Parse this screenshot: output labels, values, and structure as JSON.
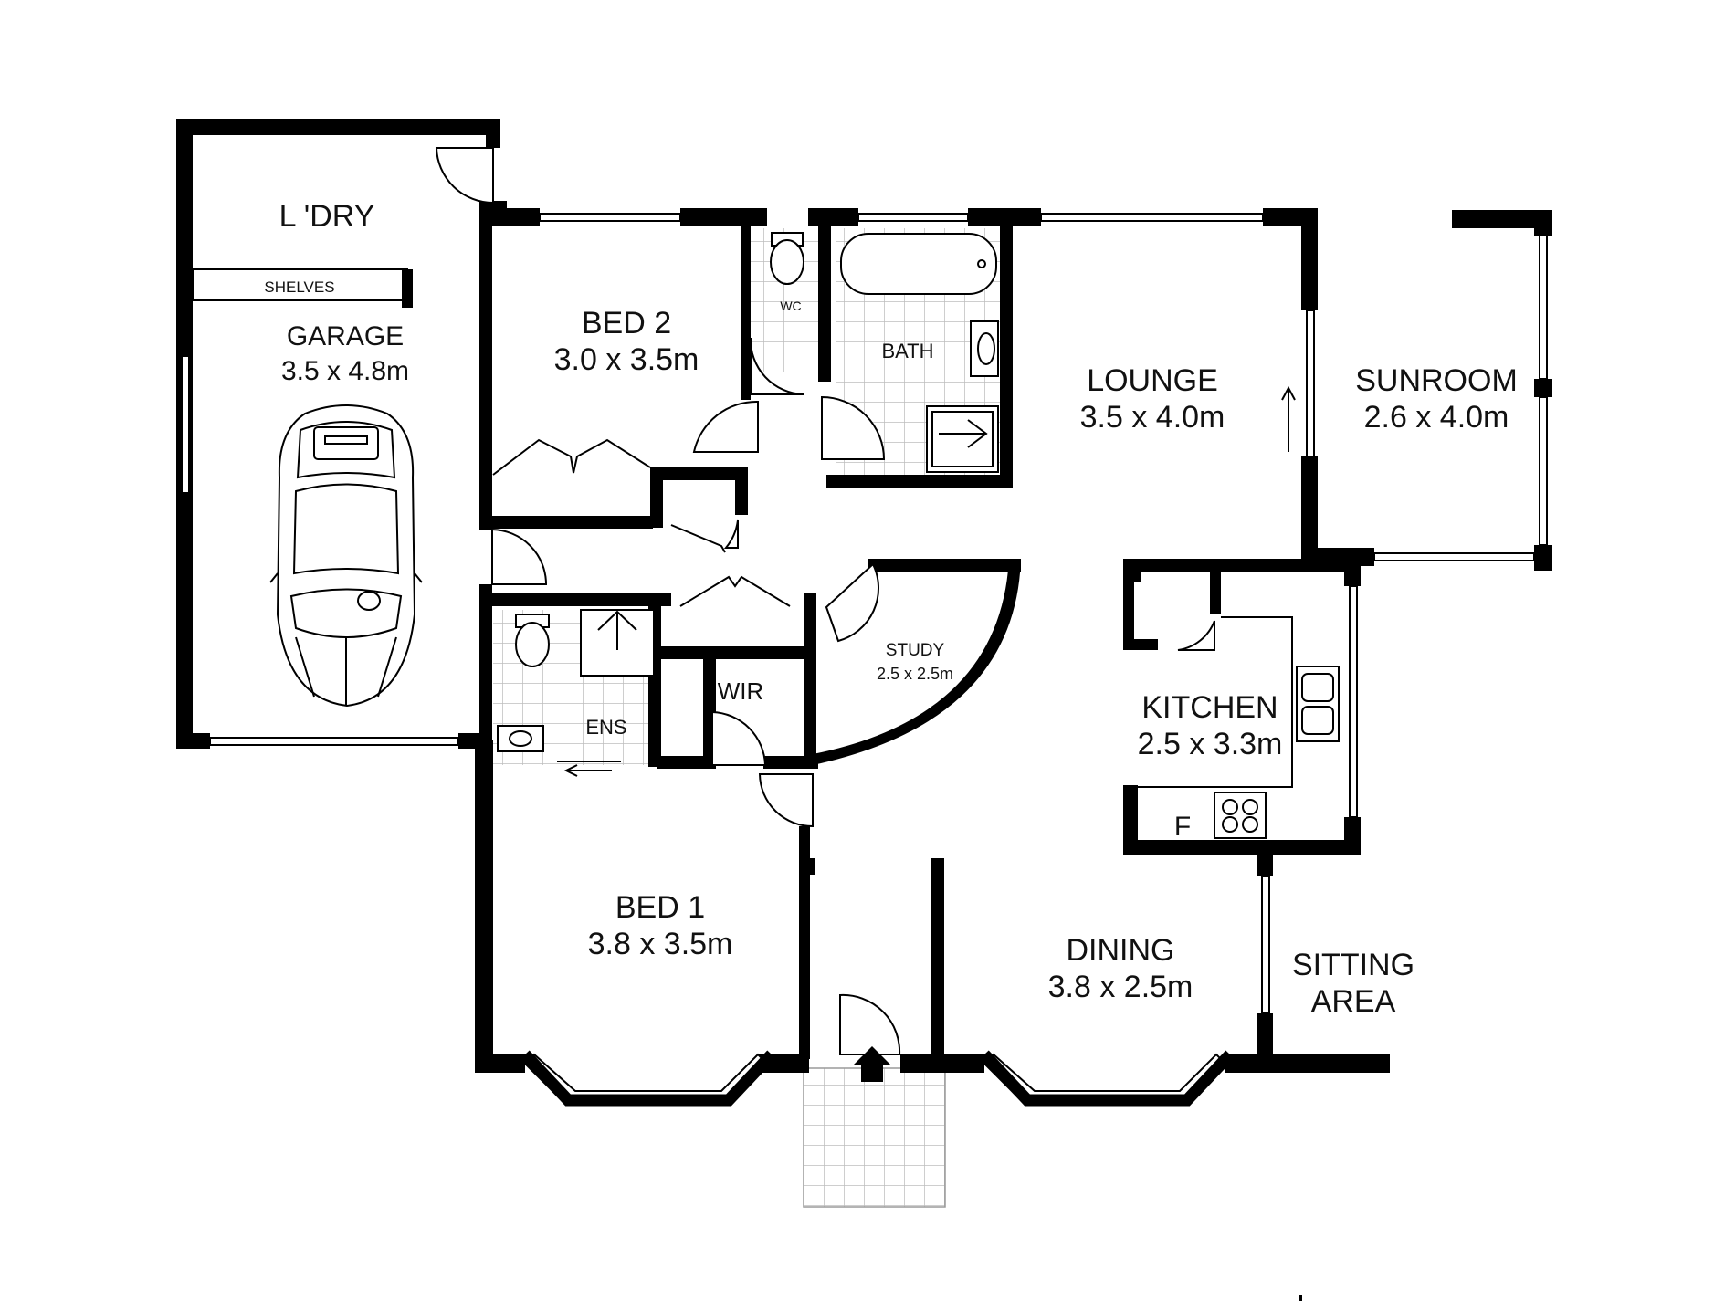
{
  "rooms": {
    "laundry": {
      "name": "L 'DRY"
    },
    "shelves": {
      "name": "SHELVES"
    },
    "garage": {
      "name": "GARAGE",
      "size": "3.5 x 4.8m"
    },
    "bed2": {
      "name": "BED 2",
      "size": "3.0 x 3.5m"
    },
    "wc": {
      "name": "WC"
    },
    "bath": {
      "name": "BATH"
    },
    "lounge": {
      "name": "LOUNGE",
      "size": "3.5 x 4.0m"
    },
    "sunroom": {
      "name": "SUNROOM",
      "size": "2.6 x 4.0m"
    },
    "study": {
      "name": "STUDY",
      "size": "2.5 x 2.5m"
    },
    "kitchen": {
      "name": "KITCHEN",
      "size": "2.5 x 3.3m",
      "fridge": "F"
    },
    "wir": {
      "name": "WIR"
    },
    "ens": {
      "name": "ENS"
    },
    "bed1": {
      "name": "BED 1",
      "size": "3.8 x 3.5m"
    },
    "dining": {
      "name": "DINING",
      "size": "3.8 x 2.5m"
    },
    "sitting": {
      "name_line1": "SITTING",
      "name_line2": "AREA"
    }
  },
  "icons": {
    "car": "car-icon",
    "entry_arrow": "up-arrow-icon",
    "sliding_door_arrow": "left-arrow-icon"
  },
  "colors": {
    "wall": "#000000",
    "tile": "#bdbdbd",
    "background": "#ffffff"
  }
}
